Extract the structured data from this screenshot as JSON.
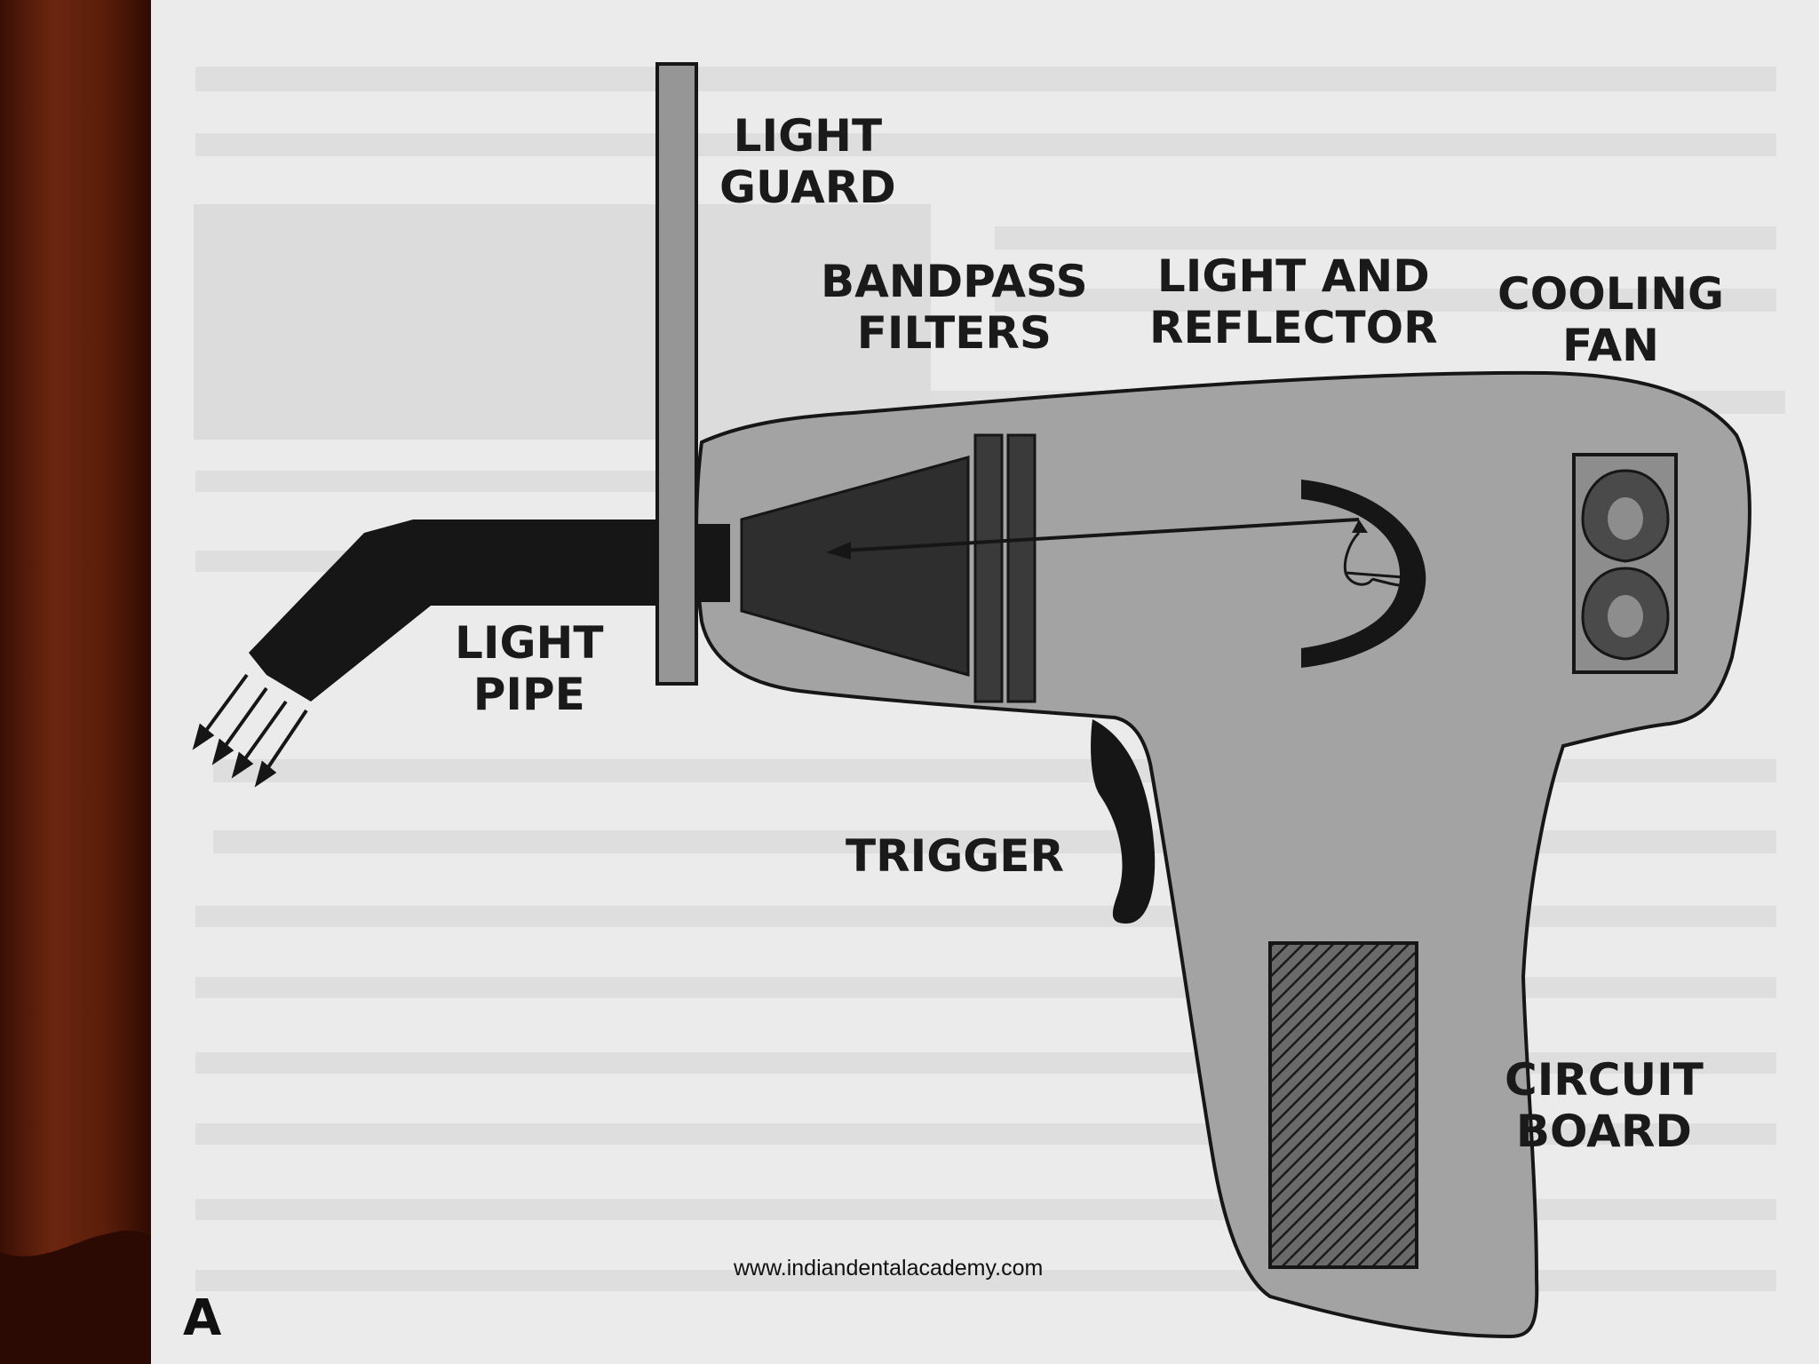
{
  "labels": {
    "light_guard": [
      "LIGHT",
      "GUARD"
    ],
    "bandpass_filters": [
      "BANDPASS",
      "FILTERS"
    ],
    "light_and_reflector": [
      "LIGHT AND",
      "REFLECTOR"
    ],
    "cooling_fan": [
      "COOLING",
      "FAN"
    ],
    "light_pipe": [
      "LIGHT",
      "PIPE"
    ],
    "trigger": "TRIGGER",
    "circuit_board": [
      "CIRCUIT",
      "BOARD"
    ]
  },
  "watermark": "www.indiandentalacademy.com",
  "figure_letter": "A",
  "colors": {
    "background": "#ebebeb",
    "body": "#a3a3a3",
    "dark": "#161616",
    "frame": "#6a2410"
  }
}
